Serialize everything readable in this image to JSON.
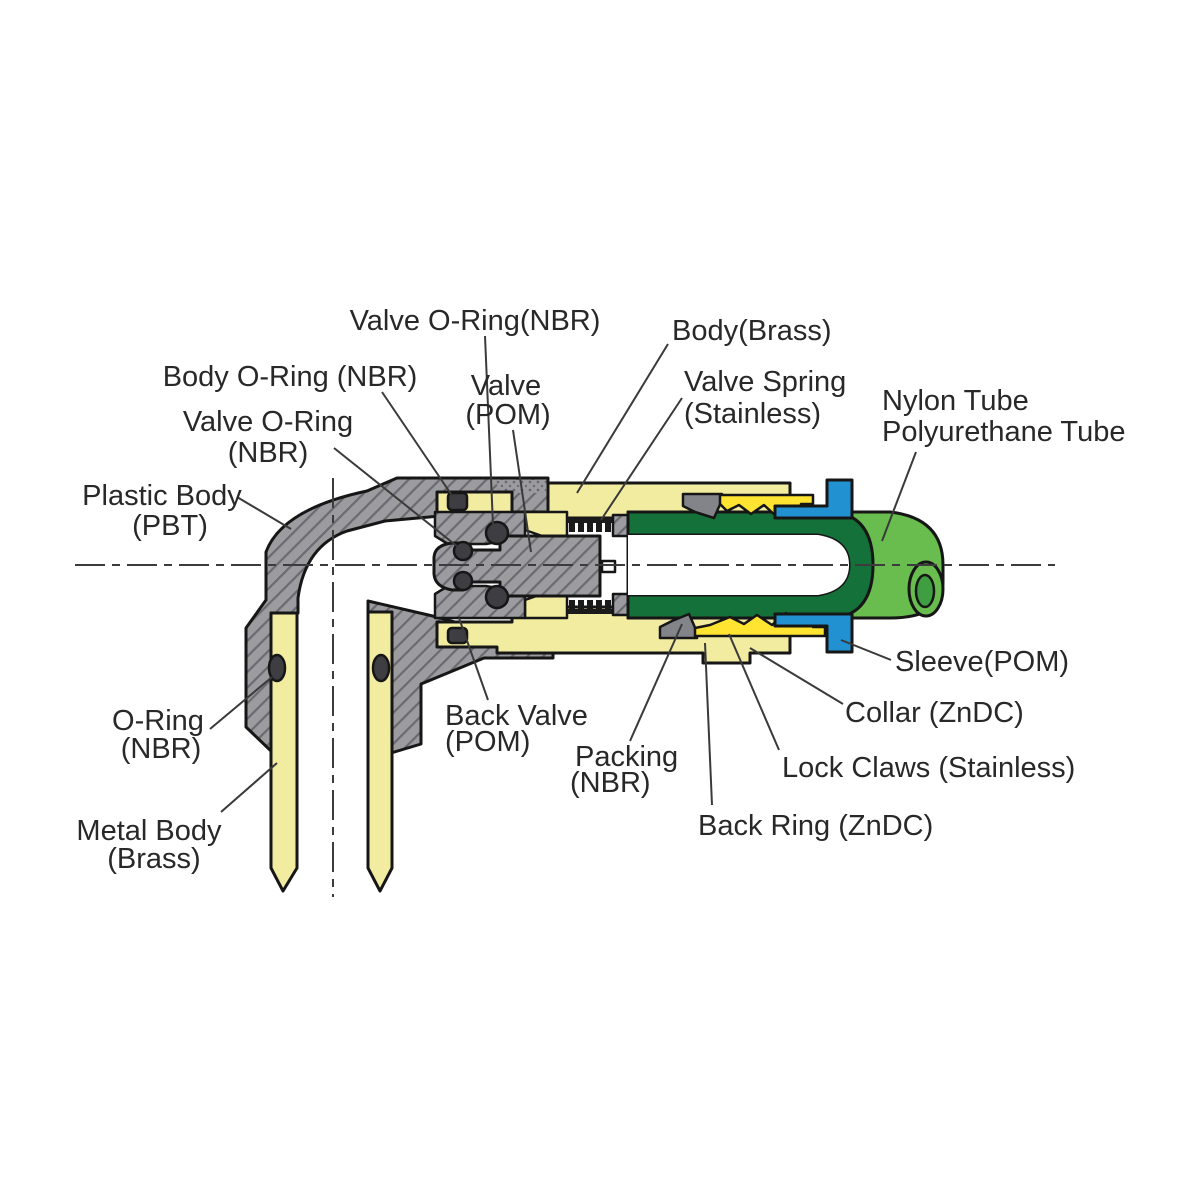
{
  "figure": {
    "kind": "technical cross-section diagram",
    "background": "#ffffff"
  },
  "palette": {
    "brass": "#f2eca1",
    "claw_yellow": "#ffe431",
    "gray_body": "#9c9ca0",
    "gray_hatch": "#6a6a70",
    "gray_dark": "#83848a",
    "rubber_dark": "#3e3e42",
    "green_light": "#68bd4e",
    "green_dark": "#15713a",
    "green_mid": "#3f9e42",
    "blue": "#2191d2",
    "outline": "#161616",
    "leader": "#3a3a3a",
    "text": "#282828",
    "white": "#ffffff",
    "spring_black": "#1a1a1a"
  },
  "labels": {
    "valve_oring_top": {
      "text": "Valve O-Ring(NBR)"
    },
    "body_oring": {
      "text": "Body O-Ring (NBR)"
    },
    "valve_oring_left": {
      "line1": "Valve O-Ring",
      "line2": "(NBR)"
    },
    "valve": {
      "line1": "Valve",
      "line2": "(POM)"
    },
    "body_brass": {
      "text": "Body(Brass)"
    },
    "valve_spring": {
      "line1": "Valve Spring",
      "line2": "(Stainless)"
    },
    "tube": {
      "line1": "Nylon Tube",
      "line2": "Polyurethane Tube"
    },
    "plastic_body": {
      "line1": "Plastic Body",
      "line2": "(PBT)"
    },
    "o_ring": {
      "line1": "O-Ring",
      "line2": "(NBR)"
    },
    "metal_body": {
      "line1": "Metal Body",
      "line2": "(Brass)"
    },
    "back_valve": {
      "line1": "Back Valve",
      "line2": "(POM)"
    },
    "packing": {
      "line1": "Packing",
      "line2": "(NBR)"
    },
    "lock_claws": {
      "text": "Lock Claws (Stainless)"
    },
    "back_ring": {
      "text": "Back Ring (ZnDC)"
    },
    "sleeve": {
      "text": "Sleeve(POM)"
    },
    "collar": {
      "text": "Collar (ZnDC)"
    }
  }
}
